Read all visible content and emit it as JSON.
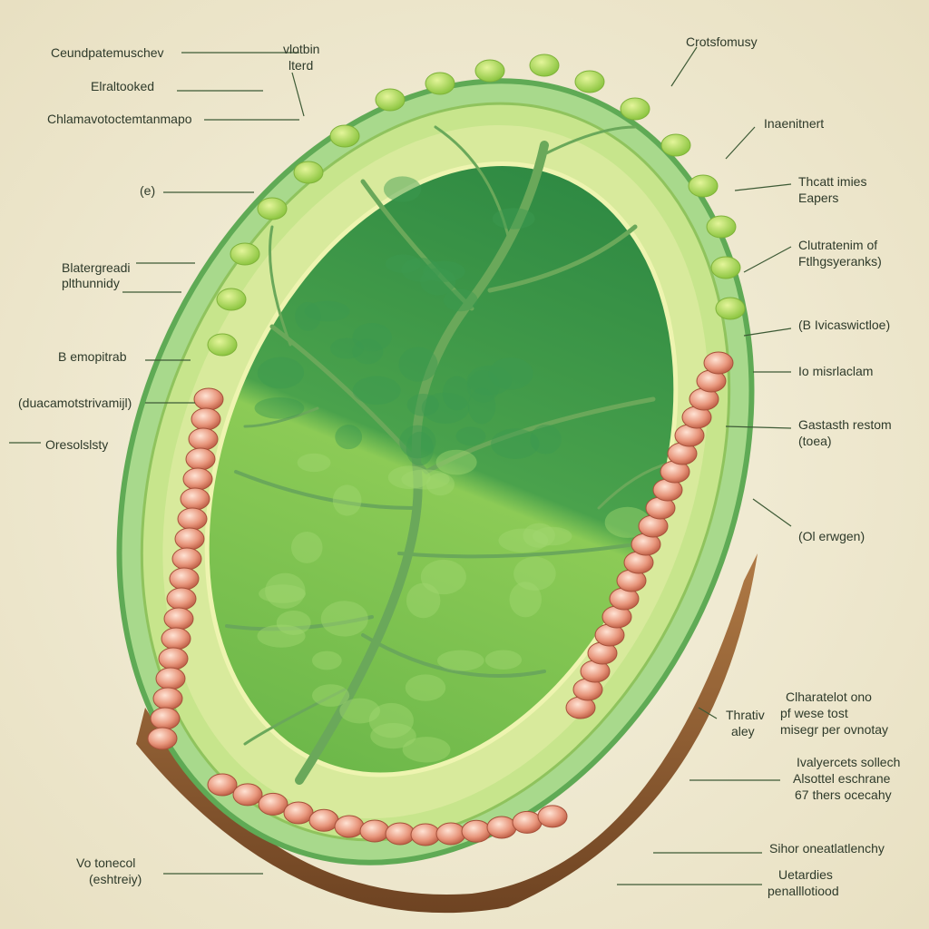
{
  "colors": {
    "background": "#efe9d3",
    "outer_membrane": "#7cc070",
    "wall": "#d9e9a0",
    "interior_dark": "#3f9a4a",
    "interior_light": "#8cc85a",
    "vein": "#5f9e53",
    "pigment_bodies": "#e3937a",
    "green_bodies": "#a8d64a",
    "base": "#8a5a32",
    "leader_line": "#3d5a35"
  },
  "labels": {
    "l1": "Ceundpatemuschev",
    "l2": "Elraltooked",
    "l3": "Chlamavotoctemtanmapo",
    "l4": "(e)",
    "l5a": "Blatergreadi",
    "l5b": "plthunnidy",
    "l6": "B emopitrab",
    "l7": "(duacamotstrivamijl)",
    "l8": "Oresolslsty",
    "top1a": "vlotbin",
    "top1b": "lterd",
    "r1": "Crotsfomusy",
    "r2": "Inaenitnert",
    "r3a": "Thcatt imies",
    "r3b": "Eapers",
    "r4a": "Clutratenim of",
    "r4b": "Ftlhgsyeranks)",
    "r5": "(B Ivicaswictloe)",
    "r6": "Io misrlaclam",
    "r7a": "Gastasth restom",
    "r7b": "(toea)",
    "r8": "(Ol erwgen)",
    "r9a": "Thrativ",
    "r9b": "aley",
    "r10a": "Clharatelot ono",
    "r10b": "pf wese tost",
    "r10c": "misegr per ovnotay",
    "r11a": "Ivalyercets sollech",
    "r11b": "Alsottel eschrane",
    "r11c": "67 thers ocecahy",
    "r12": "Sihor oneatlatlenchy",
    "r13a": "Uetardies",
    "r13b": "penalllotiood",
    "b1a": "Vo tonecol",
    "b1b": "(eshtreiy)"
  }
}
